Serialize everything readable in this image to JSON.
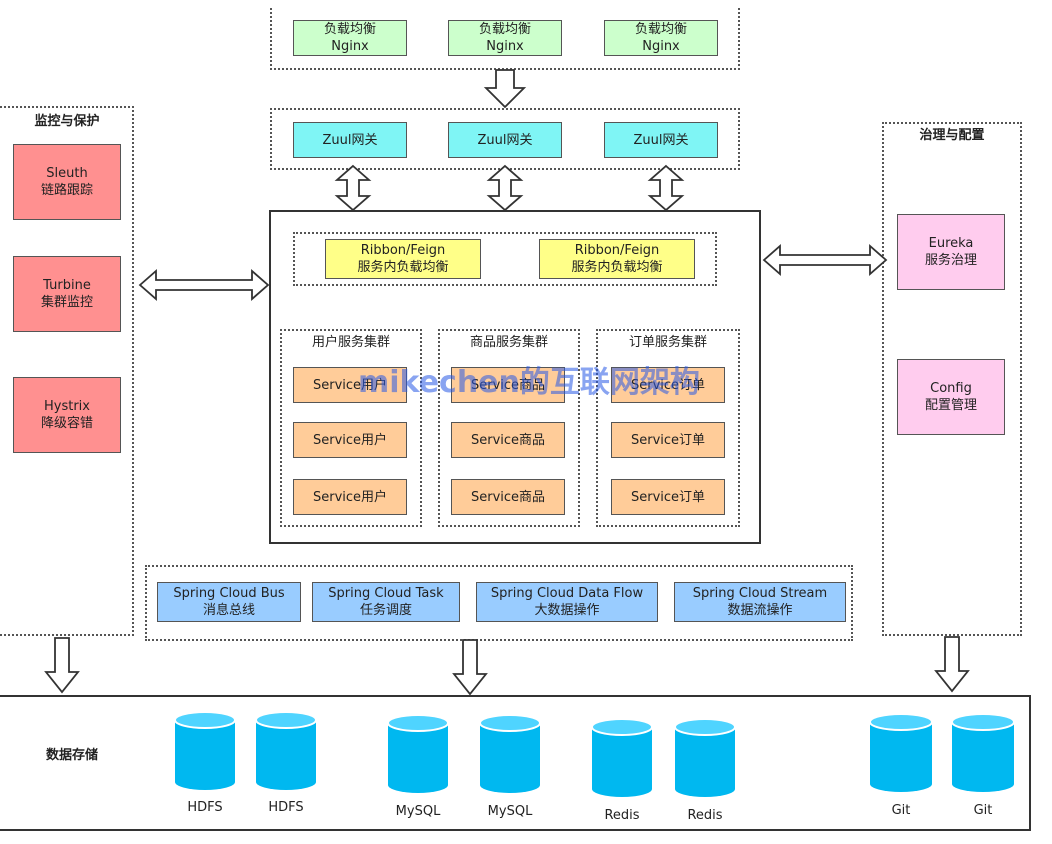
{
  "nginx_lbs": [
    {
      "line1": "负载均衡",
      "line2": "Nginx"
    },
    {
      "line1": "负载均衡",
      "line2": "Nginx"
    },
    {
      "line1": "负载均衡",
      "line2": "Nginx"
    }
  ],
  "gateways": [
    "Zuul网关",
    "Zuul网关",
    "Zuul网关"
  ],
  "ribbon": [
    {
      "line1": "Ribbon/Feign",
      "line2": "服务内负载均衡"
    },
    {
      "line1": "Ribbon/Feign",
      "line2": "服务内负载均衡"
    }
  ],
  "clusters": [
    {
      "title": "用户服务集群",
      "services": [
        "Service用户",
        "Service用户",
        "Service用户"
      ]
    },
    {
      "title": "商品服务集群",
      "services": [
        "Service商品",
        "Service商品",
        "Service商品"
      ]
    },
    {
      "title": "订单服务集群",
      "services": [
        "Service订单",
        "Service订单",
        "Service订单"
      ]
    }
  ],
  "monitoring": {
    "title": "监控与保护",
    "items": [
      {
        "line1": "Sleuth",
        "line2": "链路跟踪"
      },
      {
        "line1": "Turbine",
        "line2": "集群监控"
      },
      {
        "line1": "Hystrix",
        "line2": "降级容错"
      }
    ]
  },
  "governance": {
    "title": "治理与配置",
    "items": [
      {
        "line1": "Eureka",
        "line2": "服务治理"
      },
      {
        "line1": "Config",
        "line2": "配置管理"
      }
    ]
  },
  "spring_cloud": [
    {
      "line1": "Spring Cloud Bus",
      "line2": "消息总线"
    },
    {
      "line1": "Spring Cloud Task",
      "line2": "任务调度"
    },
    {
      "line1": "Spring Cloud Data Flow",
      "line2": "大数据操作"
    },
    {
      "line1": "Spring Cloud Stream",
      "line2": "数据流操作"
    }
  ],
  "storage": {
    "title": "数据存储",
    "databases": [
      "HDFS",
      "HDFS",
      "MySQL",
      "MySQL",
      "Redis",
      "Redis",
      "Git",
      "Git"
    ]
  },
  "watermark": "mikechen的互联网架构",
  "colors": {
    "nginx": "#ccffcc",
    "zuul": "#7ff5f5",
    "ribbon": "#ffff88",
    "service": "#ffcc99",
    "monitor": "#ff9090",
    "governance": "#ffccee",
    "spring": "#99ccff",
    "database": "#00b8f0"
  }
}
